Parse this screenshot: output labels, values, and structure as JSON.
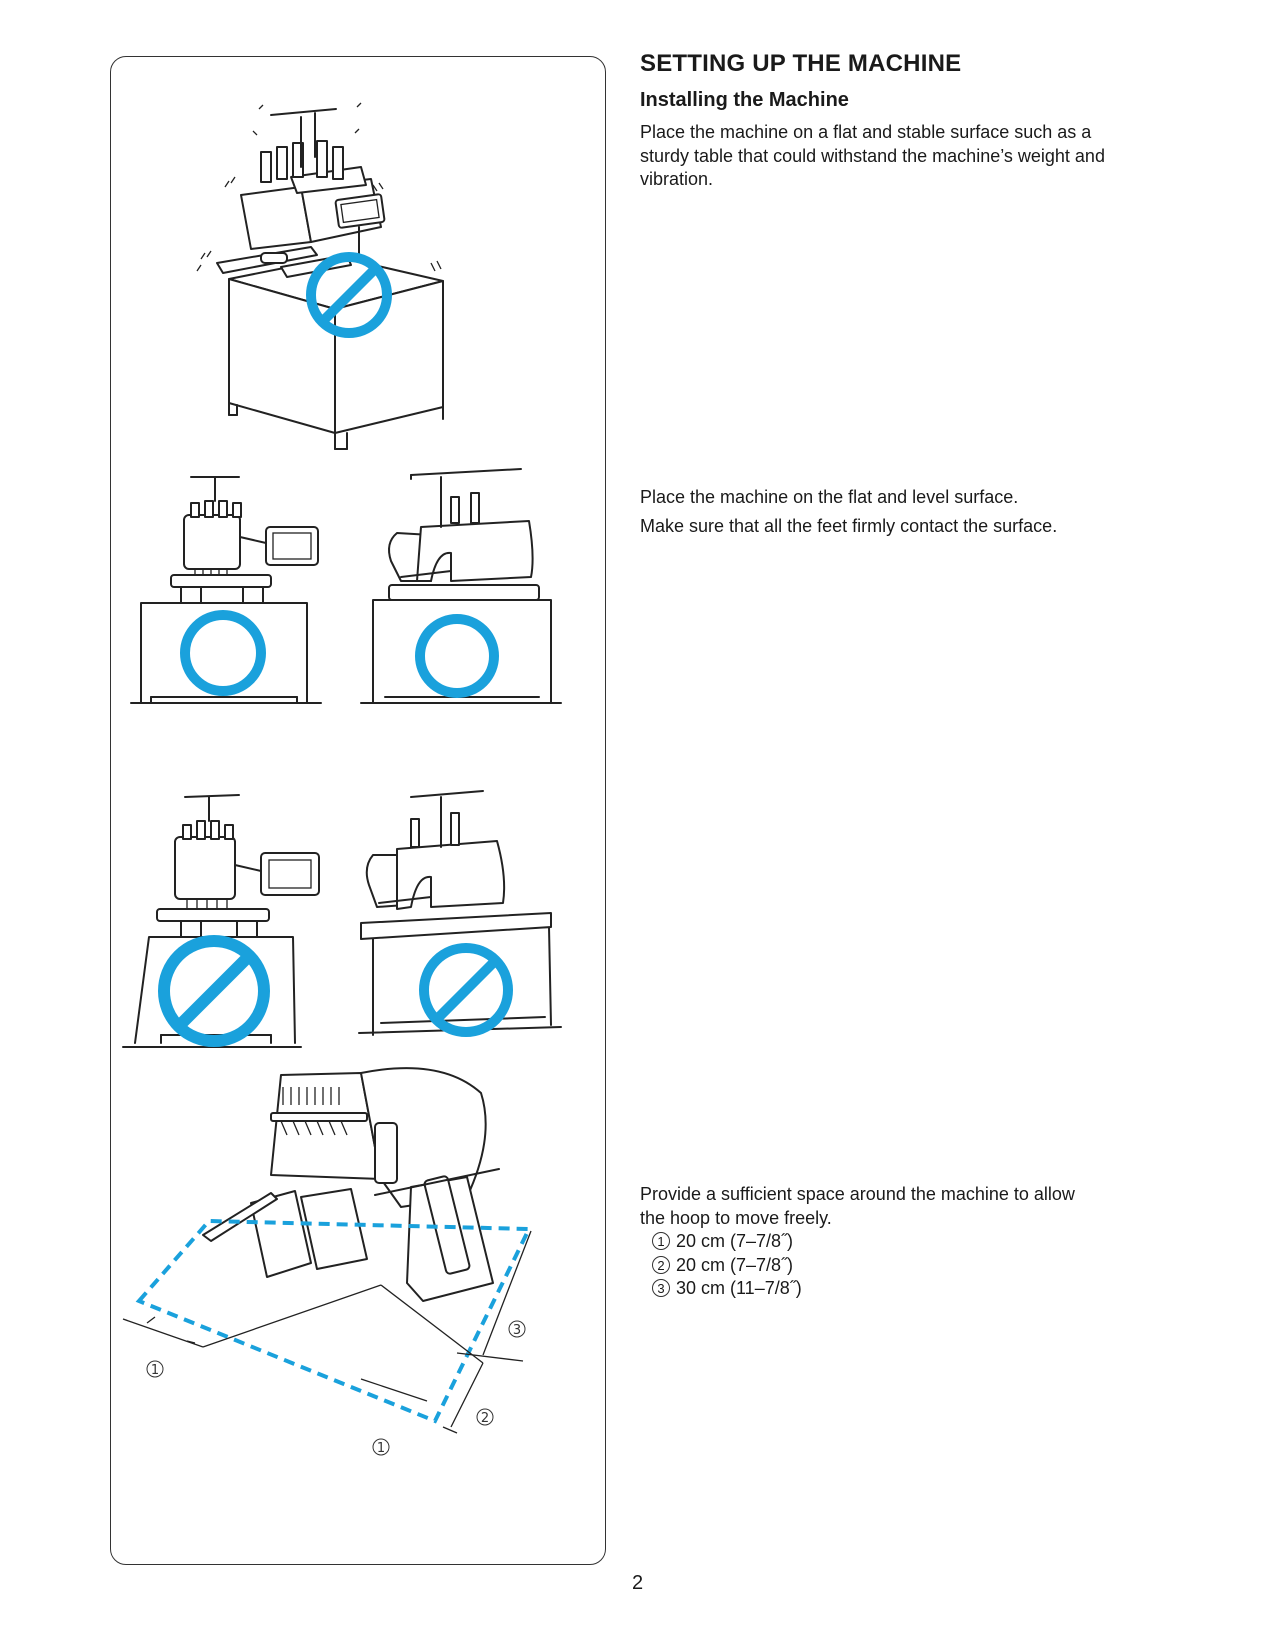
{
  "page": {
    "title": "SETTING UP THE MACHINE",
    "subtitle": "Installing the Machine",
    "page_number": "2"
  },
  "sections": {
    "install_text": "Place the machine on a flat and stable surface such as a sturdy table that could withstand the machine’s weight and vibration.",
    "level_text_1": "Place the machine on the flat and level surface.",
    "level_text_2": "Make sure that all the feet firmly contact the surface.",
    "space_text": "Provide a sufficient space around the machine to allow the hoop to move freely.",
    "clearances": [
      {
        "marker": "1",
        "text": "20 cm (7–7/8˝)"
      },
      {
        "marker": "2",
        "text": "20 cm (7–7/8˝)"
      },
      {
        "marker": "3",
        "text": "30 cm (11–7/8˝)"
      }
    ]
  },
  "figure_labels": {
    "m1a": "1",
    "m1b": "1",
    "m2": "2",
    "m3": "3"
  },
  "colors": {
    "accent_blue": "#1aa1dc",
    "ink": "#1a1a1a"
  },
  "icons": {
    "prohibited": "circle-slash-icon",
    "correct": "circle-ok-icon"
  }
}
